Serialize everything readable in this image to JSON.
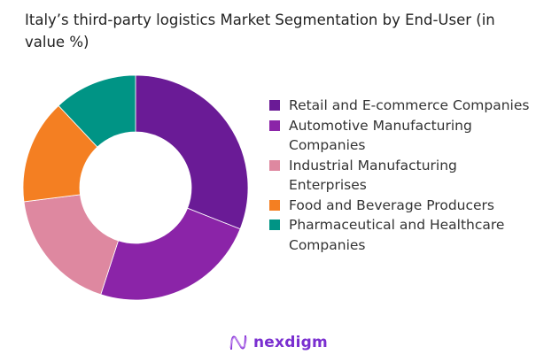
{
  "chart_data": {
    "type": "pie",
    "variant": "donut",
    "title": "Italy’s third-party logistics Market Segmentation by End-User (in value %)",
    "categories": [
      "Retail and E-commerce Companies",
      "Automotive Manufacturing Companies",
      "Industrial Manufacturing Enterprises",
      "Food and Beverage Producers",
      "Pharmaceutical and Healthcare Companies"
    ],
    "values": [
      31,
      24,
      18,
      15,
      12
    ],
    "colors": [
      "#6a1b96",
      "#8b24a8",
      "#de88a0",
      "#f47f22",
      "#009485"
    ],
    "legend_position": "right"
  },
  "logo": {
    "text": "nexdigm",
    "color": "#7a2fd0"
  }
}
